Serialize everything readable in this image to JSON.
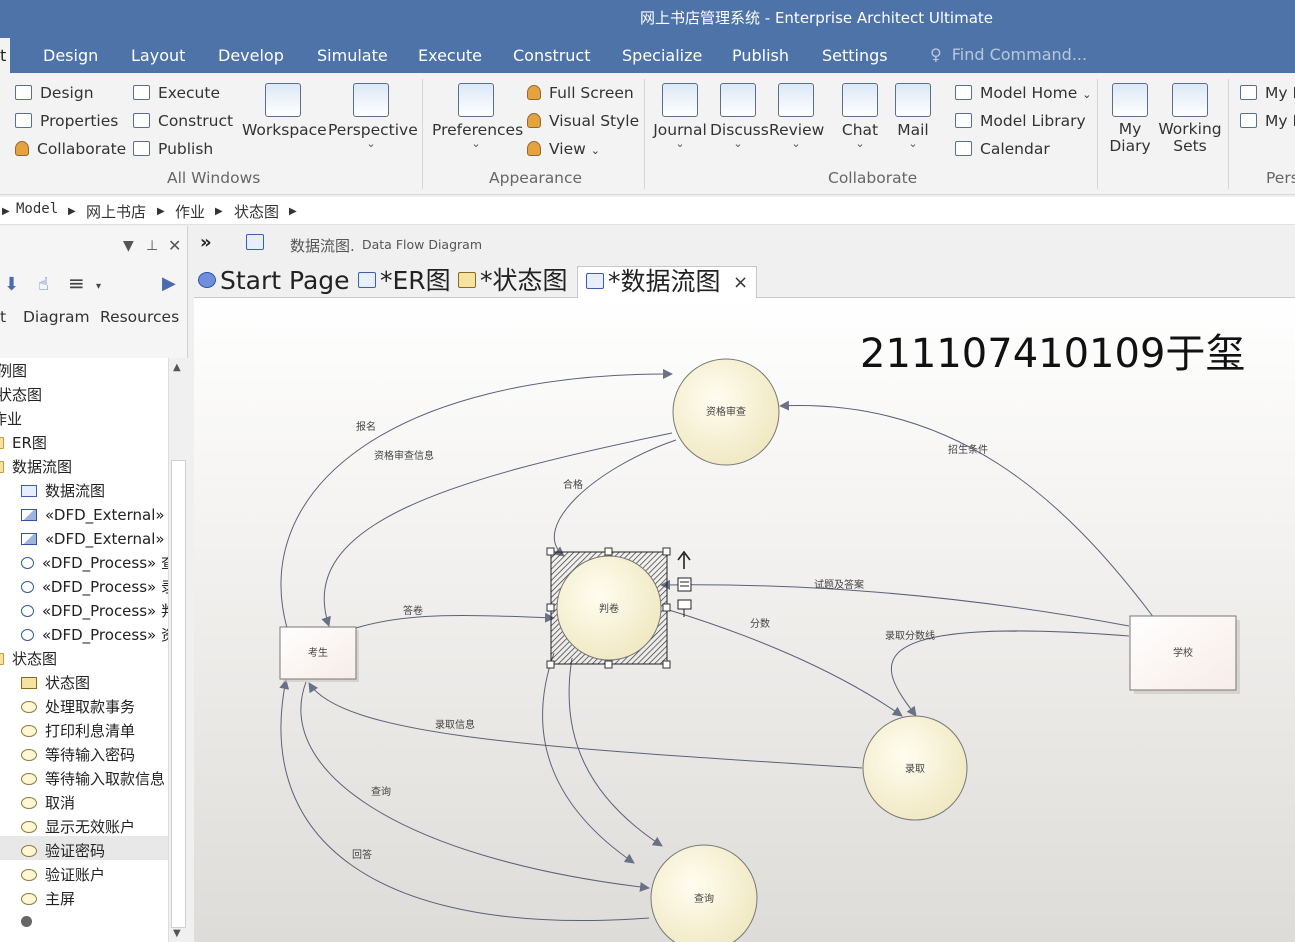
{
  "window": {
    "title": "网上书店管理系统 - Enterprise Architect Ultimate"
  },
  "menu": {
    "items": [
      "t",
      "Design",
      "Layout",
      "Develop",
      "Simulate",
      "Execute",
      "Construct",
      "Specialize",
      "Publish",
      "Settings"
    ],
    "find_placeholder": "Find Command..."
  },
  "ribbon": {
    "all_windows": {
      "items": [
        "Design",
        "Properties",
        "Collaborate",
        "Execute",
        "Construct",
        "Publish"
      ],
      "workspace": "Workspace",
      "perspective": "Perspective",
      "group": "All Windows"
    },
    "appearance": {
      "preferences": "Preferences",
      "items": [
        "Full Screen",
        "Visual Style",
        "View"
      ],
      "group": "Appearance"
    },
    "collaborate": {
      "items": [
        "Journal",
        "Discuss",
        "Review",
        "Chat",
        "Mail"
      ],
      "links": [
        "Model Home",
        "Model Library",
        "Calendar"
      ],
      "group": "Collaborate"
    },
    "personal": {
      "my_diary": "My Diary",
      "working_sets": "Working Sets",
      "items": [
        "My D",
        "My P"
      ],
      "group": "Pers"
    }
  },
  "breadcrumb": [
    "Model",
    "网上书店",
    "作业",
    "状态图"
  ],
  "browser": {
    "tabs": [
      "t",
      "Diagram",
      "Resources"
    ],
    "tree": [
      "例图",
      "状态图",
      "作业",
      "ER图",
      "数据流图",
      "数据流图",
      "«DFD_External» 考",
      "«DFD_External» 学",
      "«DFD_Process» 查",
      "«DFD_Process» 录",
      "«DFD_Process» 判",
      "«DFD_Process» 资",
      "状态图",
      "状态图",
      "处理取款事务",
      "打印利息清单",
      "等待输入密码",
      "等待输入取款信息",
      "取消",
      "显示无效账户",
      "验证密码",
      "验证账户",
      "主屏"
    ]
  },
  "document": {
    "header_name": "数据流图.",
    "header_type": "Data Flow Diagram",
    "tabs": [
      "Start Page",
      "*ER图",
      "*状态图",
      "*数据流图"
    ],
    "close_glyph": "×"
  },
  "diagram": {
    "watermark": "211107410109于玺",
    "nodes": {
      "zige": "资格审查",
      "panjuan": "判卷",
      "luqu": "录取",
      "chaxun": "查询",
      "kaosheng": "考生",
      "xuexiao": "学校"
    },
    "flows": {
      "baoming": "报名",
      "zige_info": "资格审查信息",
      "hege": "合格",
      "zhaosheng": "招生条件",
      "shiti": "试题及答案",
      "dajuan": "答卷",
      "fenshu": "分数",
      "fenshuxian": "录取分数线",
      "luqu_info": "录取信息",
      "chaxun": "查询",
      "huida": "回答"
    },
    "colors": {
      "node_fill": "#f7f3d6",
      "edge": "#5b6277",
      "accent": "#4e73a8"
    }
  }
}
